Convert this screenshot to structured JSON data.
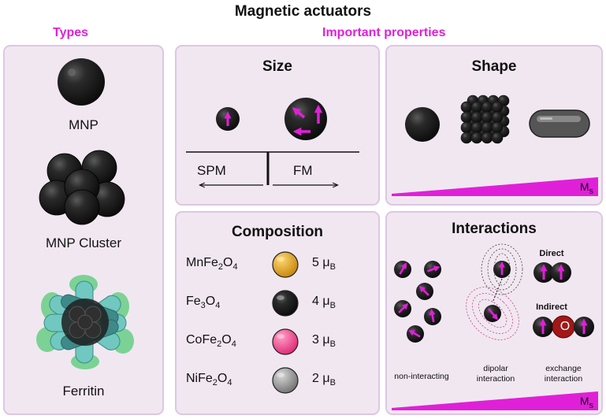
{
  "title": "Magnetic actuators",
  "headers": {
    "types": "Types",
    "properties": "Important properties"
  },
  "types": {
    "mnp": "MNP",
    "cluster": "MNP Cluster",
    "ferritin": "Ferritin"
  },
  "size": {
    "title": "Size",
    "spm": "SPM",
    "fm": "FM"
  },
  "shape": {
    "title": "Shape",
    "ms_label": "M",
    "ms_sub": "s"
  },
  "composition": {
    "title": "Composition",
    "rows": [
      {
        "formula_a": "MnFe",
        "sub1": "2",
        "formula_b": "O",
        "sub2": "4",
        "moment": "5 μ",
        "moment_sub": "B",
        "color": "#e0a020"
      },
      {
        "formula_a": "Fe",
        "sub1": "3",
        "formula_b": "O",
        "sub2": "4",
        "moment": "4 μ",
        "moment_sub": "B",
        "color": "#1a1a1a"
      },
      {
        "formula_a": "CoFe",
        "sub1": "2",
        "formula_b": "O",
        "sub2": "4",
        "moment": "3 μ",
        "moment_sub": "B",
        "color": "#f0408a"
      },
      {
        "formula_a": "NiFe",
        "sub1": "2",
        "formula_b": "O",
        "sub2": "4",
        "moment": "2 μ",
        "moment_sub": "B",
        "color": "#8c8c8c"
      }
    ]
  },
  "interactions": {
    "title": "Interactions",
    "direct": "Direct",
    "indirect": "Indirect",
    "oxygen": "O",
    "non_interacting": "non-interacting",
    "dipolar_1": "dipolar",
    "dipolar_2": "interaction",
    "exchange_1": "exchange",
    "exchange_2": "interaction",
    "ms_label": "M",
    "ms_sub": "s"
  },
  "colors": {
    "accent": "#e020d8",
    "panel": "#f1e7f1",
    "panel_border": "#ddc7e2",
    "particle": "#1e1e1e"
  }
}
